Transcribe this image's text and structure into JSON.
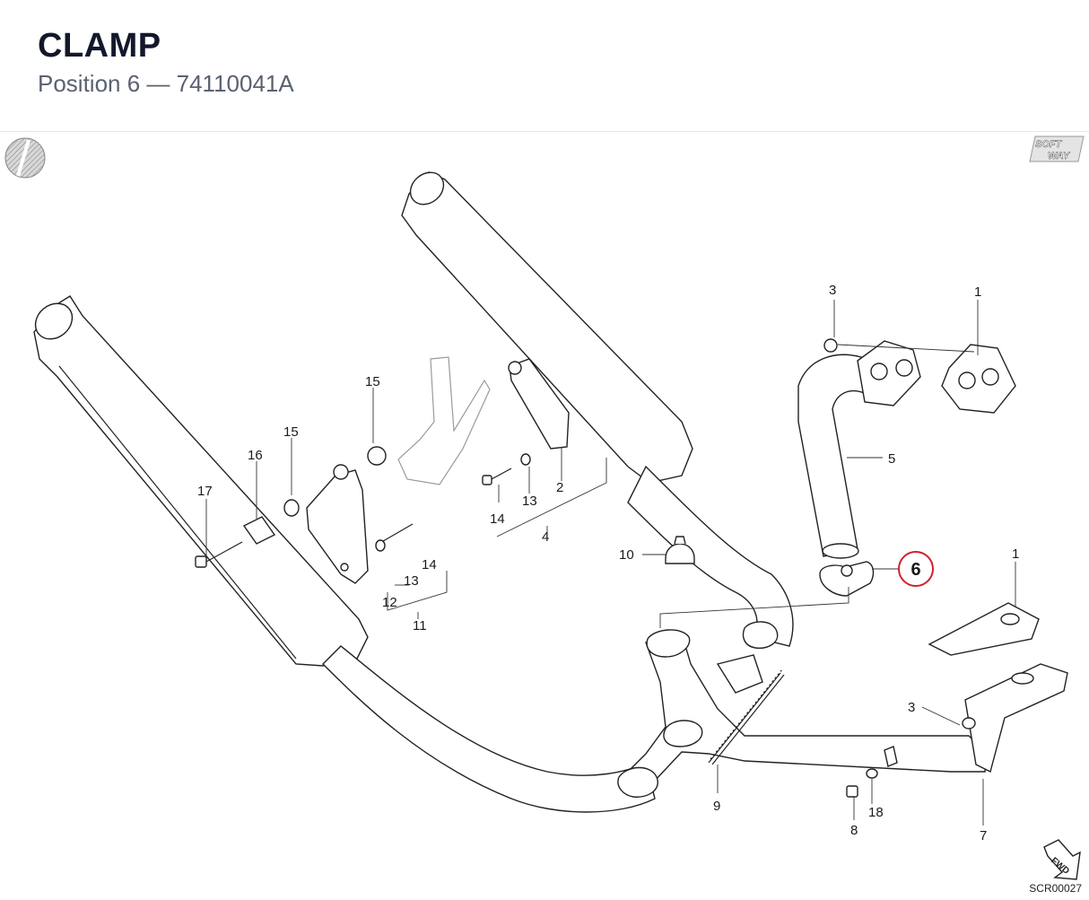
{
  "header": {
    "title": "CLAMP",
    "subtitle": "Position 6 — 74110041A"
  },
  "diagram": {
    "highlight_color": "#d0202e",
    "highlighted_callout": "6",
    "logo_text_top": "SOFT",
    "logo_text_bottom": "WAY",
    "fwd_label": "FWD",
    "drawing_code": "SCR00027",
    "callouts": {
      "c1a": "1",
      "c1b": "1",
      "c2": "2",
      "c3a": "3",
      "c3b": "3",
      "c4": "4",
      "c5": "5",
      "c6": "6",
      "c7": "7",
      "c8": "8",
      "c9": "9",
      "c10": "10",
      "c11": "11",
      "c12": "12",
      "c13a": "13",
      "c13b": "13",
      "c14a": "14",
      "c14b": "14",
      "c15a": "15",
      "c15b": "15",
      "c16": "16",
      "c17": "17",
      "c18": "18"
    }
  }
}
